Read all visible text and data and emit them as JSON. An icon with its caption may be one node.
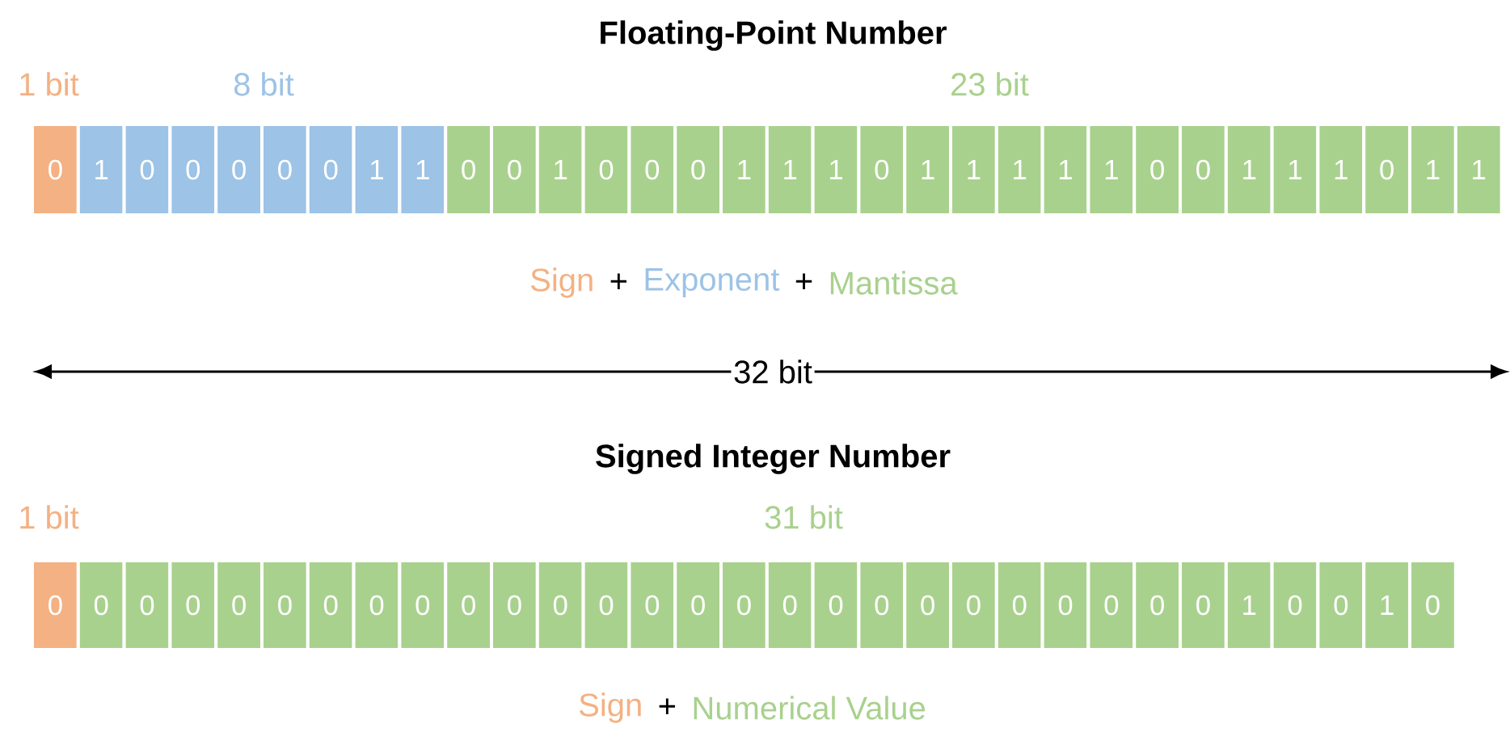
{
  "diagram": {
    "nodes": [
      {
        "text": [
          "0"
        ]
      },
      {
        "text": [
          "1"
        ]
      },
      {
        "text": [
          "0"
        ]
      },
      {
        "text": [
          "0"
        ]
      },
      {
        "text": [
          "0"
        ]
      },
      {
        "text": [
          "0"
        ]
      },
      {
        "text": [
          "0"
        ]
      },
      {
        "text": [
          "1"
        ]
      },
      {
        "text": [
          "1"
        ]
      },
      {
        "text": [
          "0"
        ]
      },
      {
        "text": [
          "0"
        ]
      },
      {
        "text": [
          "1"
        ]
      },
      {
        "text": [
          "0"
        ]
      },
      {
        "text": [
          "0"
        ]
      },
      {
        "text": [
          "0"
        ]
      },
      {
        "text": [
          "1"
        ]
      },
      {
        "text": [
          "1"
        ]
      },
      {
        "text": [
          "1"
        ]
      },
      {
        "text": [
          "0"
        ]
      },
      {
        "text": [
          "1"
        ]
      },
      {
        "text": [
          "1"
        ]
      },
      {
        "text": [
          "1"
        ]
      },
      {
        "text": [
          "1"
        ]
      },
      {
        "text": [
          "1"
        ]
      },
      {
        "text": [
          "0"
        ]
      },
      {
        "text": [
          "0"
        ]
      },
      {
        "text": [
          "1"
        ]
      },
      {
        "text": [
          "1"
        ]
      },
      {
        "text": [
          "1"
        ]
      },
      {
        "text": [
          "0"
        ]
      },
      {
        "text": [
          "1"
        ]
      },
      {
        "text": [
          "1"
        ]
      },
      {
        "text": [
          "0"
        ]
      },
      {
        "text": [
          "0"
        ]
      },
      {
        "text": [
          "0"
        ]
      },
      {
        "text": [
          "0"
        ]
      },
      {
        "text": [
          "0"
        ]
      },
      {
        "text": [
          "0"
        ]
      },
      {
        "text": [
          "0"
        ]
      },
      {
        "text": [
          "0"
        ]
      },
      {
        "text": [
          "0"
        ]
      },
      {
        "text": [
          "0"
        ]
      },
      {
        "text": [
          "0"
        ]
      },
      {
        "text": [
          "0"
        ]
      },
      {
        "text": [
          "0"
        ]
      },
      {
        "text": [
          "0"
        ]
      },
      {
        "text": [
          "0"
        ]
      },
      {
        "text": [
          "0"
        ]
      },
      {
        "text": [
          "0"
        ]
      },
      {
        "text": [
          "0"
        ]
      },
      {
        "text": [
          "0"
        ]
      },
      {
        "text": [
          "0"
        ]
      },
      {
        "text": [
          "0"
        ]
      },
      {
        "text": [
          "0"
        ]
      },
      {
        "text": [
          "0"
        ]
      },
      {
        "text": [
          "0"
        ]
      },
      {
        "text": [
          "0"
        ]
      },
      {
        "text": [
          "0"
        ]
      },
      {
        "text": [
          "1"
        ]
      },
      {
        "text": [
          "0"
        ]
      },
      {
        "text": [
          "0"
        ]
      },
      {
        "text": [
          "1"
        ]
      },
      {
        "text": [
          "0"
        ]
      }
    ],
    "labels": [
      "Floating-Point Number",
      "1 bit",
      "8 bit",
      "23 bit",
      "Sign",
      "+",
      "Exponent",
      "+",
      "Mantissa",
      "32 bit",
      "Signed Integer Number",
      "1 bit",
      "31 bit",
      "Sign",
      "+",
      "Numerical Value"
    ]
  }
}
